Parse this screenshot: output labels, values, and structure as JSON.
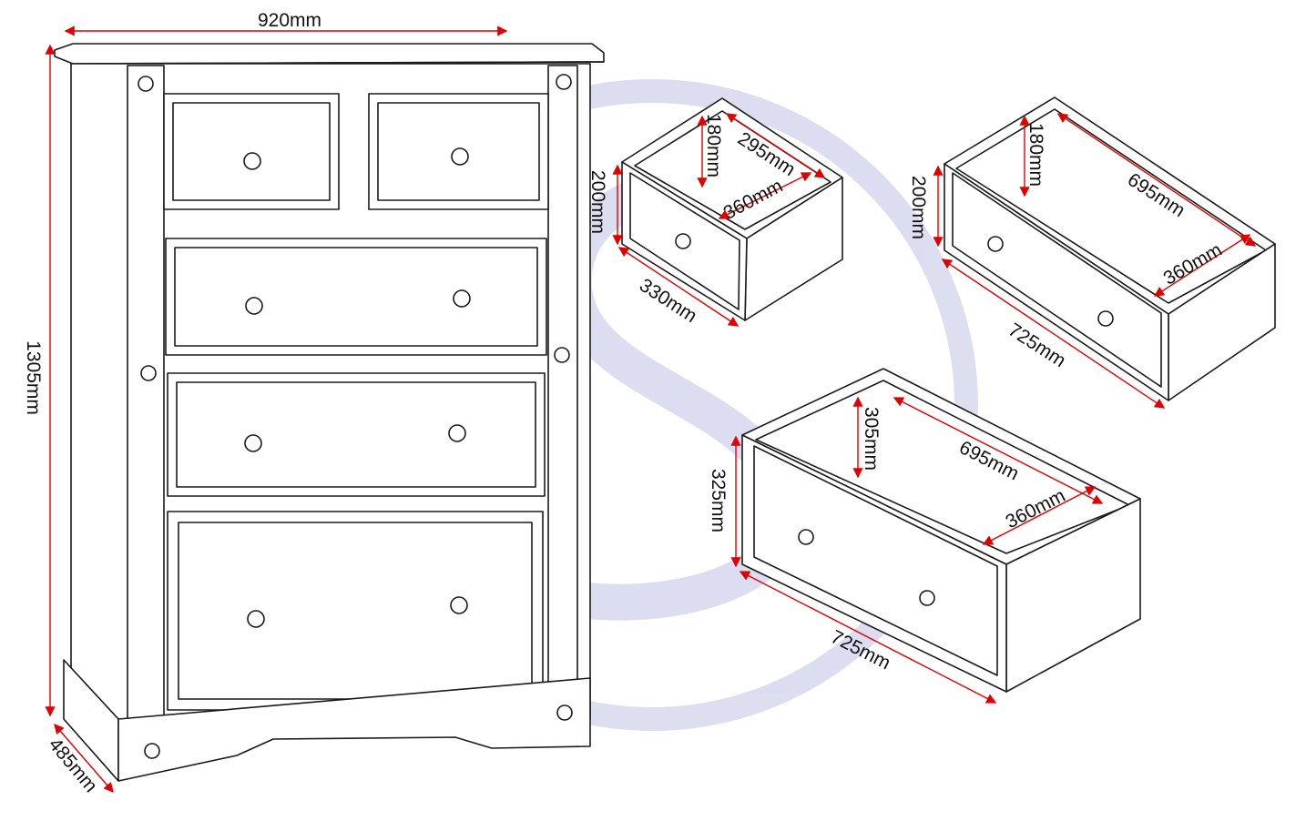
{
  "colors": {
    "dimension": "#e00000",
    "watermark": "#d9d9ef",
    "line": "#1a1a1a"
  },
  "chest": {
    "width": "920mm",
    "height": "1305mm",
    "depth": "485mm"
  },
  "small_drawer": {
    "front_height": "200mm",
    "inner_height": "180mm",
    "inner_width": "295mm",
    "inner_depth": "360mm",
    "front_width": "330mm"
  },
  "medium_drawer": {
    "front_height": "200mm",
    "inner_height": "180mm",
    "inner_width": "695mm",
    "inner_depth": "360mm",
    "front_width": "725mm"
  },
  "large_drawer": {
    "front_height": "325mm",
    "inner_height": "305mm",
    "inner_width": "695mm",
    "inner_depth": "360mm",
    "front_width": "725mm"
  },
  "watermark": {
    "letter": "S"
  }
}
